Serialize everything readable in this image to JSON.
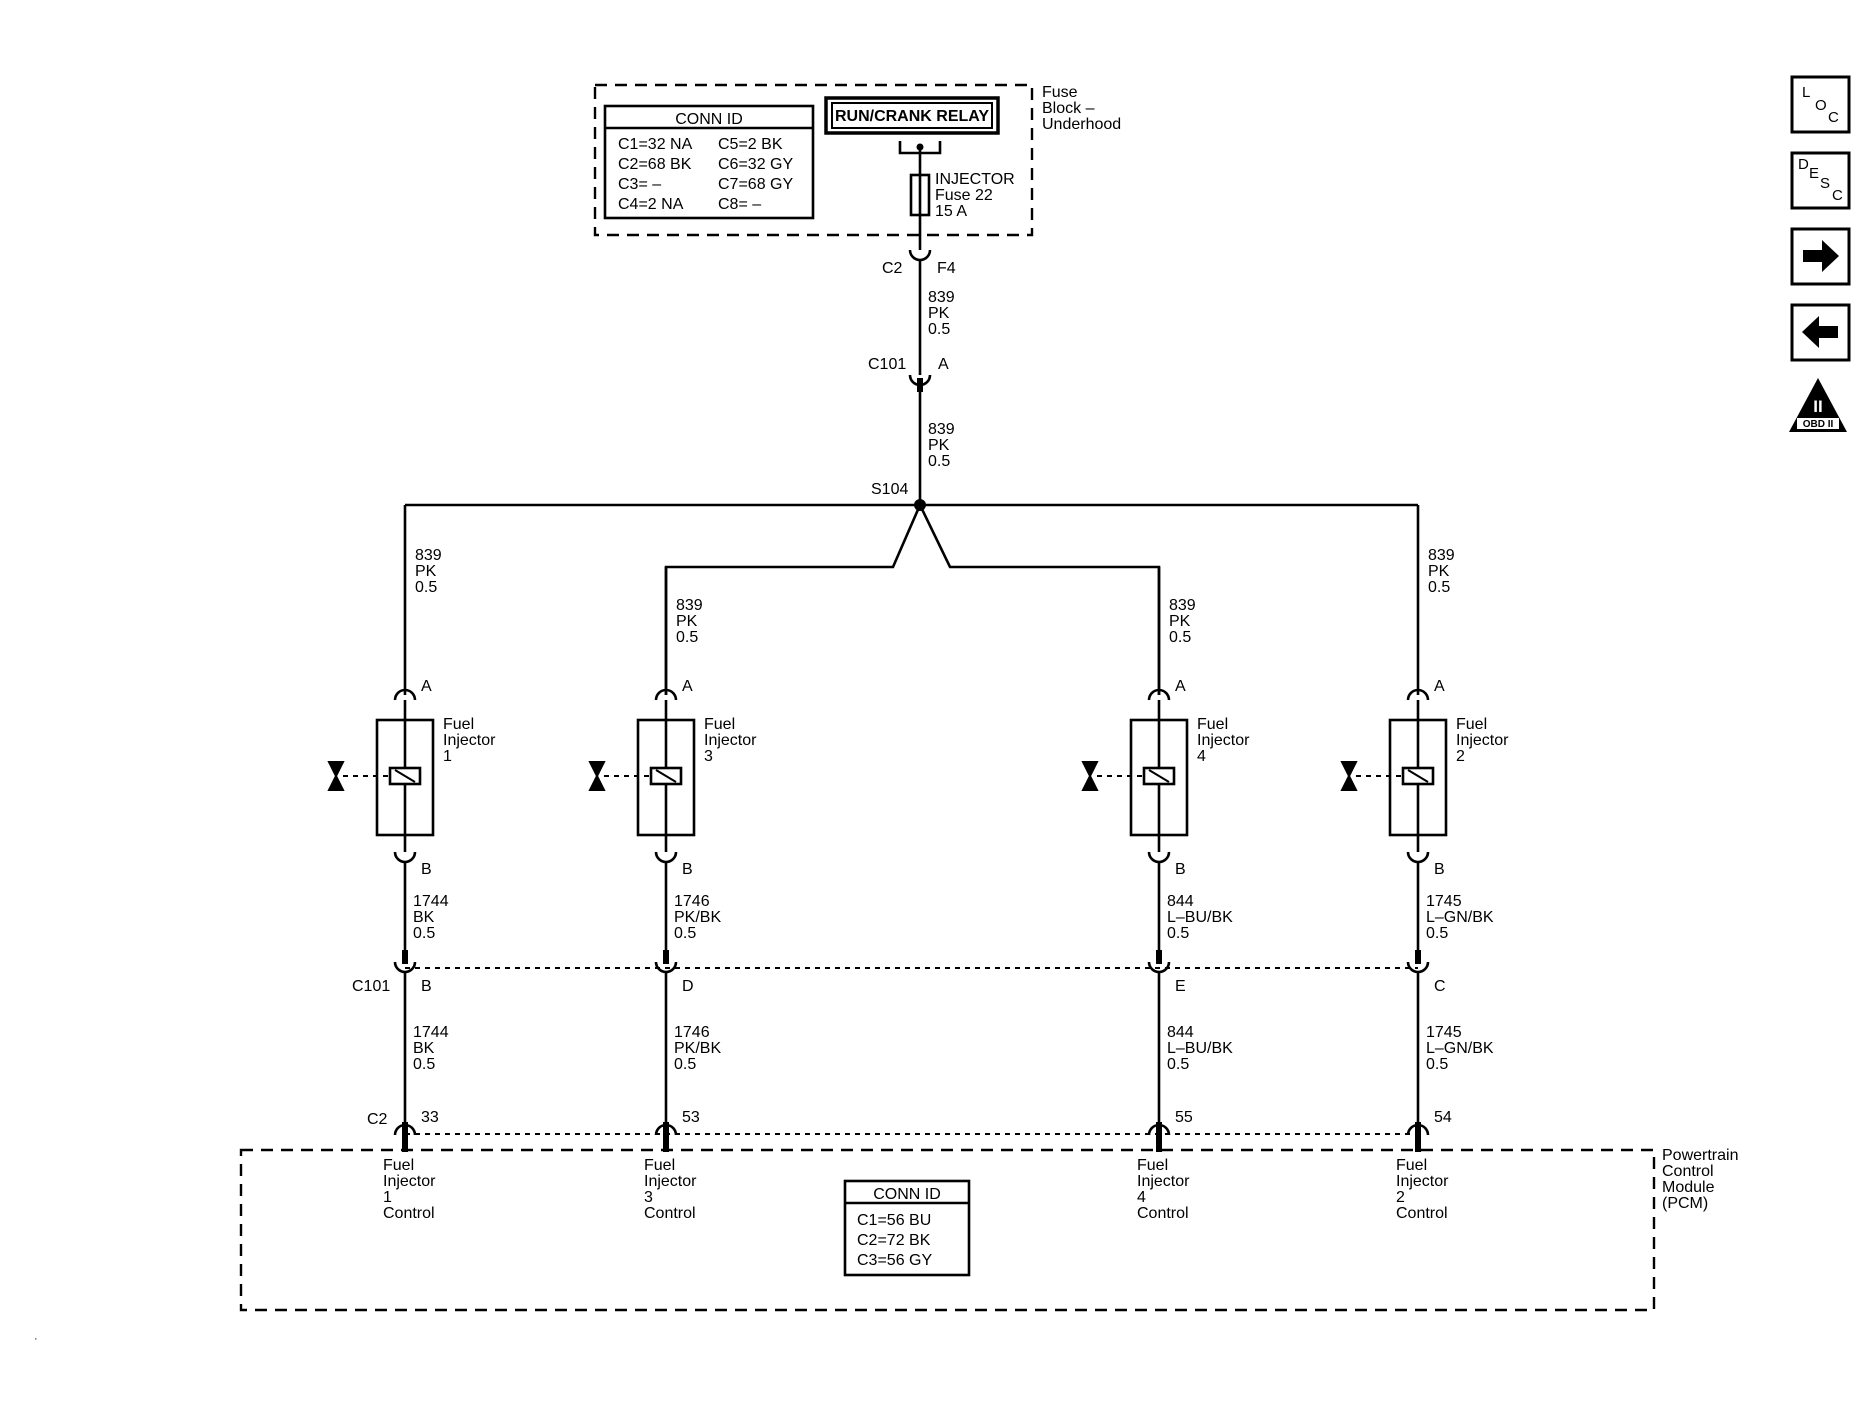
{
  "fuse_block": {
    "label": [
      "Fuse",
      "Block –",
      "Underhood"
    ],
    "conn_title": "CONN ID",
    "conn_left": [
      "C1=32 NA",
      "C2=68 BK",
      "C3= –",
      "C4=2 NA"
    ],
    "conn_right": [
      "C5=2 BK",
      "C6=32 GY",
      "C7=68 GY",
      "C8= –"
    ],
    "relay": "RUN/CRANK RELAY",
    "fuse_label": [
      "INJECTOR",
      "Fuse 22",
      "15 A"
    ]
  },
  "main_feed": {
    "c2": "C2",
    "f4": "F4",
    "wire1": [
      "839",
      "PK",
      "0.5"
    ],
    "c101": "C101",
    "c101_pin": "A",
    "wire2": [
      "839",
      "PK",
      "0.5"
    ],
    "splice": "S104"
  },
  "injectors": [
    {
      "name": [
        "Fuel",
        "Injector",
        "1"
      ],
      "feed": [
        "839",
        "PK",
        "0.5"
      ],
      "pin_a": "A",
      "pin_b": "B",
      "wire_b": [
        "1744",
        "BK",
        "0.5"
      ],
      "c101_pin": "B",
      "wire_c": [
        "1744",
        "BK",
        "0.5"
      ],
      "pcm_pin": "33",
      "pcm_label": [
        "Fuel",
        "Injector",
        "1",
        "Control"
      ]
    },
    {
      "name": [
        "Fuel",
        "Injector",
        "3"
      ],
      "feed": [
        "839",
        "PK",
        "0.5"
      ],
      "pin_a": "A",
      "pin_b": "B",
      "wire_b": [
        "1746",
        "PK/BK",
        "0.5"
      ],
      "c101_pin": "D",
      "wire_c": [
        "1746",
        "PK/BK",
        "0.5"
      ],
      "pcm_pin": "53",
      "pcm_label": [
        "Fuel",
        "Injector",
        "3",
        "Control"
      ]
    },
    {
      "name": [
        "Fuel",
        "Injector",
        "4"
      ],
      "feed": [
        "839",
        "PK",
        "0.5"
      ],
      "pin_a": "A",
      "pin_b": "B",
      "wire_b": [
        "844",
        "L–BU/BK",
        "0.5"
      ],
      "c101_pin": "E",
      "wire_c": [
        "844",
        "L–BU/BK",
        "0.5"
      ],
      "pcm_pin": "55",
      "pcm_label": [
        "Fuel",
        "Injector",
        "4",
        "Control"
      ]
    },
    {
      "name": [
        "Fuel",
        "Injector",
        "2"
      ],
      "feed": [
        "839",
        "PK",
        "0.5"
      ],
      "pin_a": "A",
      "pin_b": "B",
      "wire_b": [
        "1745",
        "L–GN/BK",
        "0.5"
      ],
      "c101_pin": "C",
      "wire_c": [
        "1745",
        "L–GN/BK",
        "0.5"
      ],
      "pcm_pin": "54",
      "pcm_label": [
        "Fuel",
        "Injector",
        "2",
        "Control"
      ]
    }
  ],
  "c101_row_label": "C101",
  "c2_row_label": "C2",
  "pcm": {
    "label": [
      "Powertrain",
      "Control",
      "Module",
      "(PCM)"
    ],
    "conn_title": "CONN ID",
    "conn": [
      "C1=56 BU",
      "C2=72 BK",
      "C3=56 GY"
    ]
  },
  "nav": {
    "loc": [
      "L",
      "O",
      "C"
    ],
    "desc": [
      "D",
      "E",
      "S",
      "C"
    ],
    "forward_icon": "arrow-right",
    "back_icon": "arrow-left",
    "obd": [
      "II",
      "OBD II"
    ]
  }
}
